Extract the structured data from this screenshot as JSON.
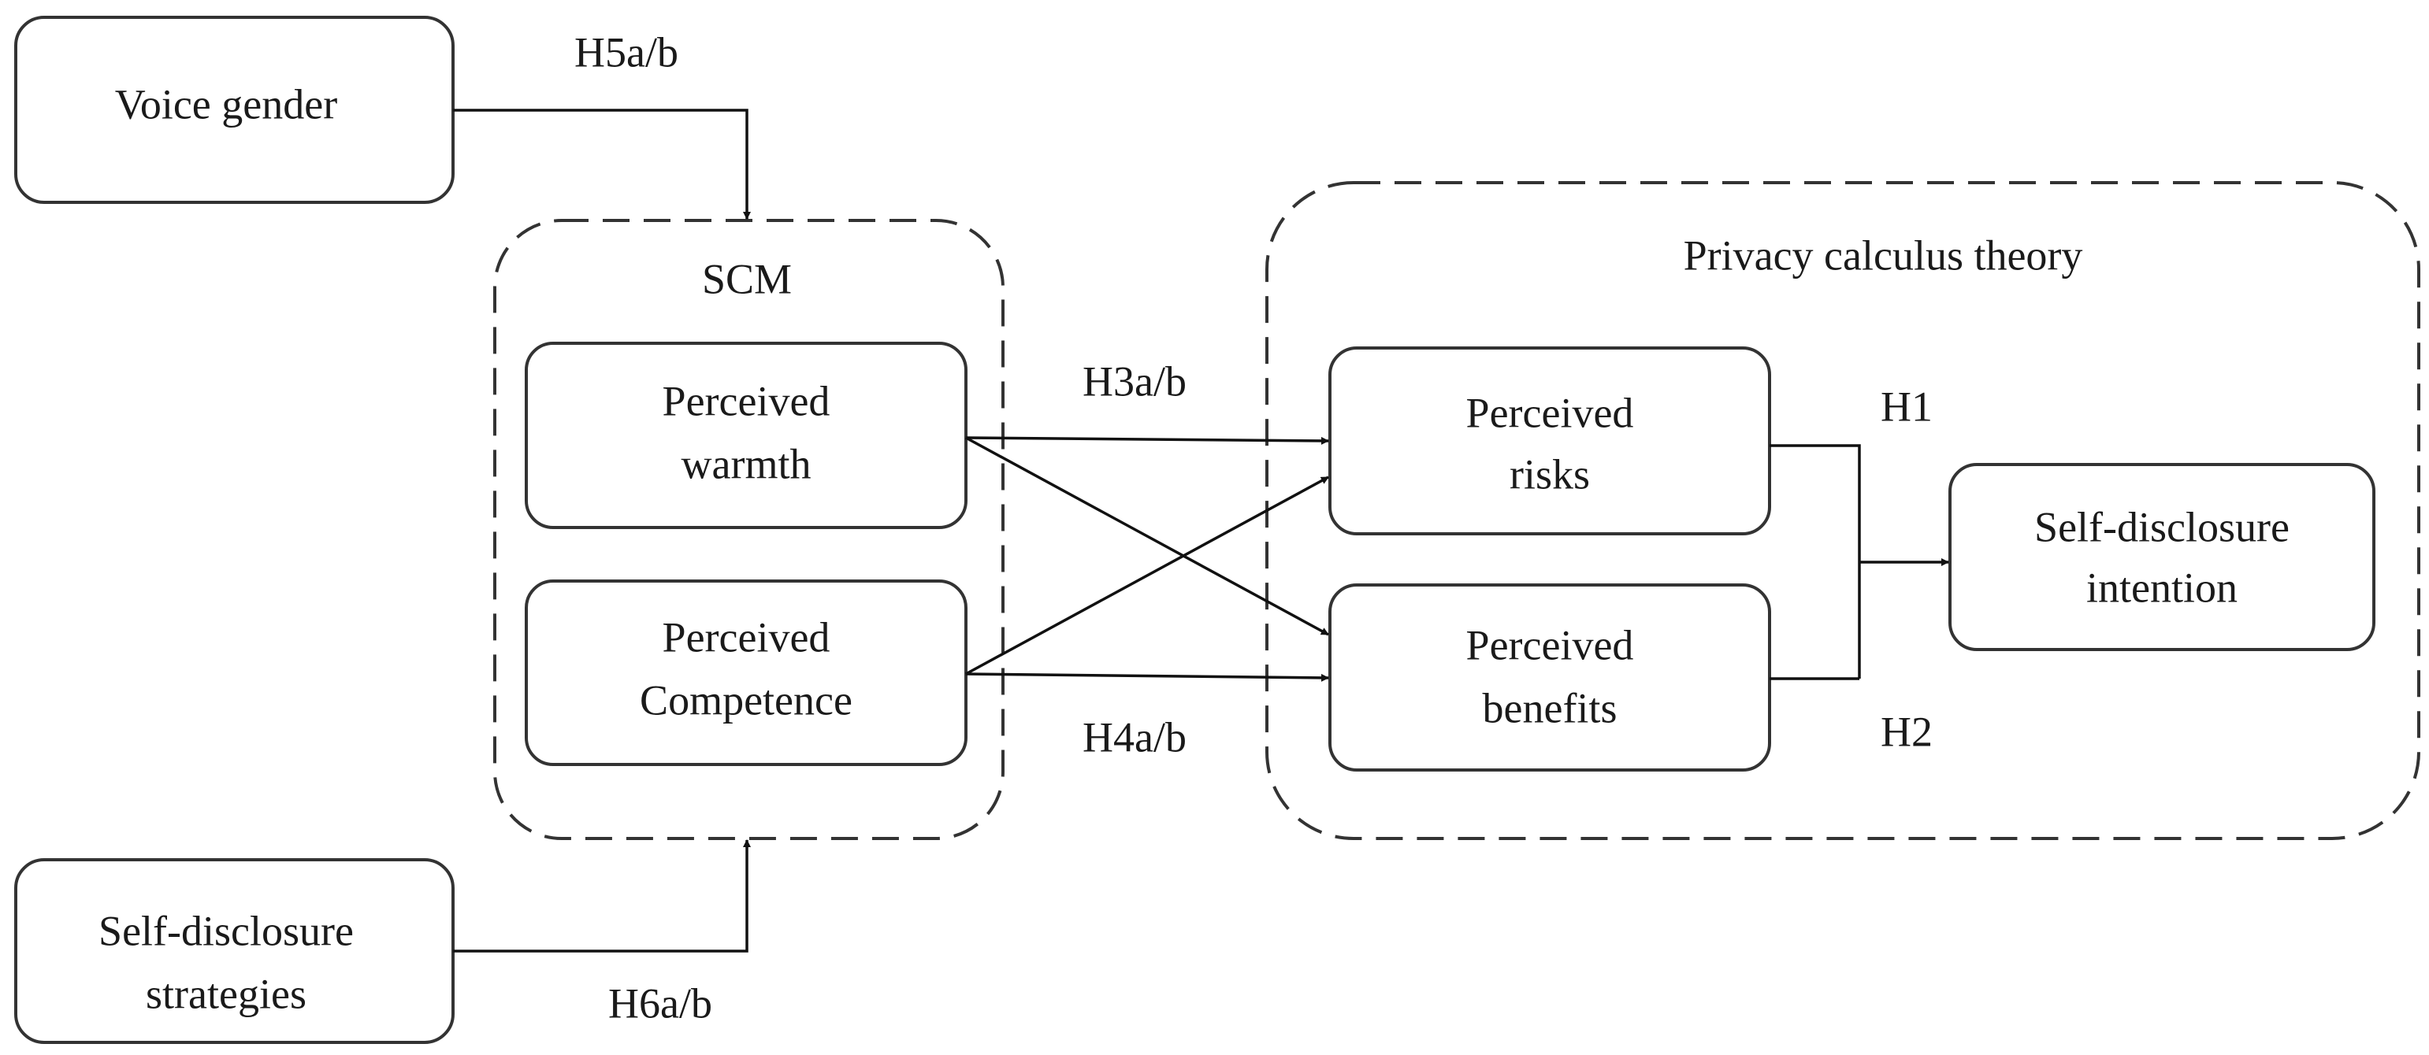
{
  "nodes": {
    "voice_gender": "Voice gender",
    "self_disclosure_strategies": [
      "Self-disclosure",
      "strategies"
    ],
    "perceived_warmth": [
      "Perceived",
      "warmth"
    ],
    "perceived_competence": [
      "Perceived",
      "Competence"
    ],
    "perceived_risks": [
      "Perceived",
      "risks"
    ],
    "perceived_benefits": [
      "Perceived",
      "benefits"
    ],
    "self_disclosure_intention": [
      "Self-disclosure",
      "intention"
    ]
  },
  "groups": {
    "scm": "SCM",
    "privacy_calculus": "Privacy calculus theory"
  },
  "hypotheses": {
    "h1": "H1",
    "h2": "H2",
    "h3": "H3a/b",
    "h4": "H4a/b",
    "h5": "H5a/b",
    "h6": "H6a/b"
  }
}
